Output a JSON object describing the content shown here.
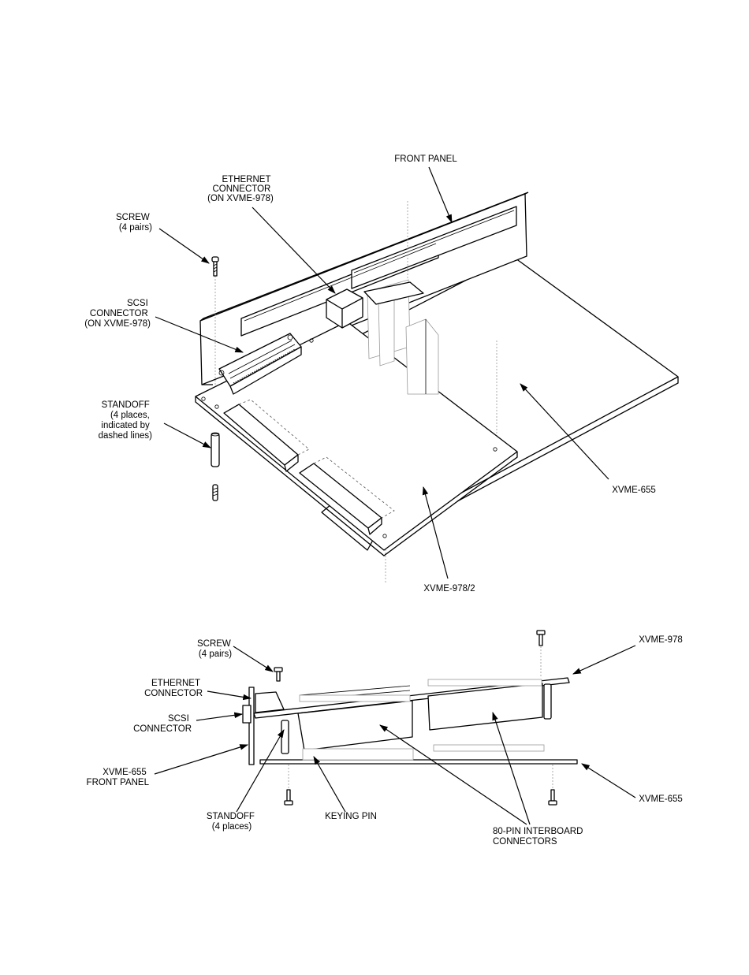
{
  "top_view": {
    "front_panel": "FRONT PANEL",
    "ethernet": [
      "ETHERNET",
      "CONNECTOR",
      "(ON XVME-978)"
    ],
    "screw": [
      "SCREW",
      "(4 pairs)"
    ],
    "scsi": [
      "SCSI",
      "CONNECTOR",
      "(ON XVME-978)"
    ],
    "standoff": [
      "STANDOFF",
      "(4 places,",
      "indicated by",
      "dashed lines)"
    ],
    "xvme655": "XVME-655",
    "xvme978_2": "XVME-978/2"
  },
  "side_view": {
    "screw": [
      "SCREW",
      "(4 pairs)"
    ],
    "xvme978": "XVME-978",
    "ethernet": [
      "ETHERNET",
      "CONNECTOR"
    ],
    "scsi": [
      "SCSI",
      "CONNECTOR"
    ],
    "front_panel": [
      "XVME-655",
      "FRONT PANEL"
    ],
    "xvme655": "XVME-655",
    "standoff": [
      "STANDOFF",
      "(4 places)"
    ],
    "keying_pin": "KEYING PIN",
    "interboard": [
      "80-PIN INTERBOARD",
      "CONNECTORS"
    ]
  }
}
